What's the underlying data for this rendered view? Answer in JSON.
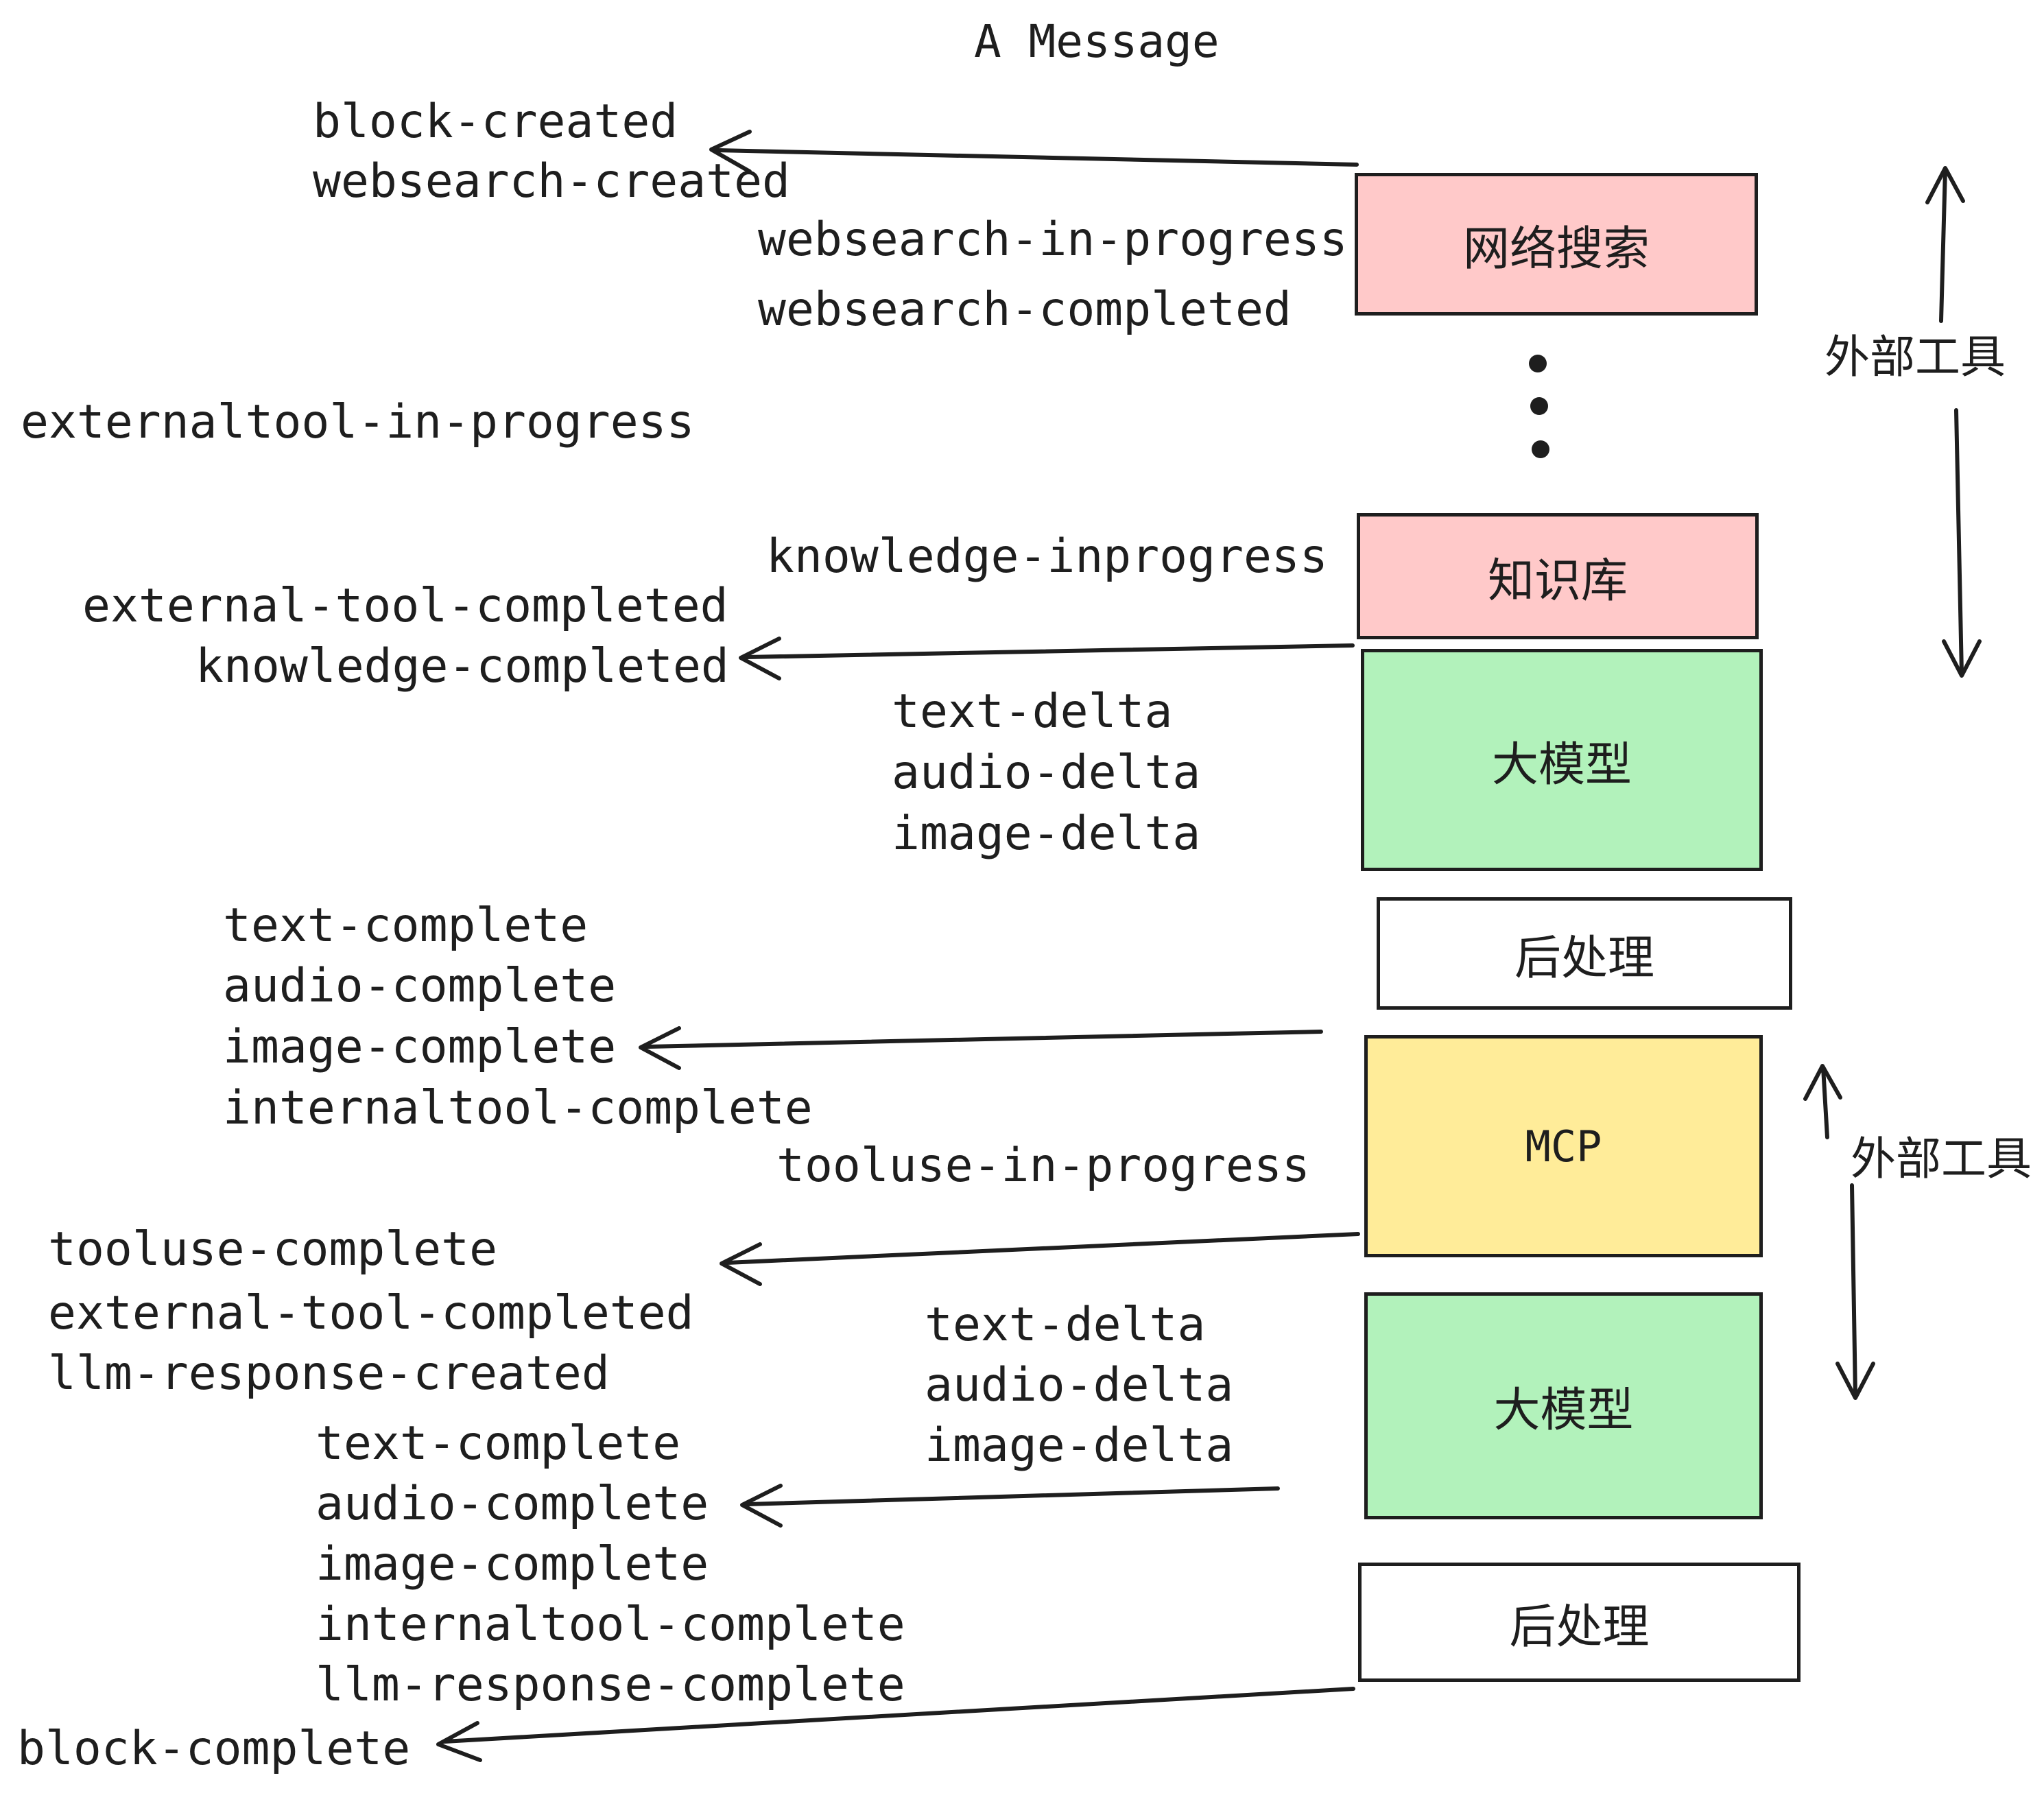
{
  "title": "A Message",
  "colors": {
    "ink": "#1e1e1e",
    "pink": "#ffc9c9",
    "green": "#b2f2bb",
    "yellow": "#ffec99",
    "white": "#ffffff"
  },
  "boxes": [
    {
      "id": "websearch",
      "label": "网络搜索",
      "color": "pink"
    },
    {
      "id": "knowledge",
      "label": "知识库",
      "color": "pink"
    },
    {
      "id": "llm-1",
      "label": "大模型",
      "color": "green"
    },
    {
      "id": "post-1",
      "label": "后处理",
      "color": "white"
    },
    {
      "id": "mcp",
      "label": "MCP",
      "color": "yellow"
    },
    {
      "id": "llm-2",
      "label": "大模型",
      "color": "green"
    },
    {
      "id": "post-2",
      "label": "后处理",
      "color": "white"
    }
  ],
  "side_labels": {
    "external_tool_top": "外部工具",
    "external_tool_bottom": "外部工具"
  },
  "events": {
    "block_created": "block-created",
    "websearch_created": "websearch-created",
    "websearch_in_progress": "websearch-in-progress",
    "websearch_completed": "websearch-completed",
    "externaltool_in_progress": "externaltool-in-progress",
    "knowledge_inprogress": "knowledge-inprogress",
    "external_tool_completed": "external-tool-completed",
    "knowledge_completed": "knowledge-completed",
    "text_delta": "text-delta",
    "audio_delta": "audio-delta",
    "image_delta": "image-delta",
    "text_complete": "text-complete",
    "audio_complete": "audio-complete",
    "image_complete": "image-complete",
    "internaltool_complete": "internaltool-complete",
    "tooluse_in_progress": "tooluse-in-progress",
    "tooluse_complete": "tooluse-complete",
    "llm_response_created": "llm-response-created",
    "llm_response_complete": "llm-response-complete",
    "block_complete": "block-complete"
  }
}
